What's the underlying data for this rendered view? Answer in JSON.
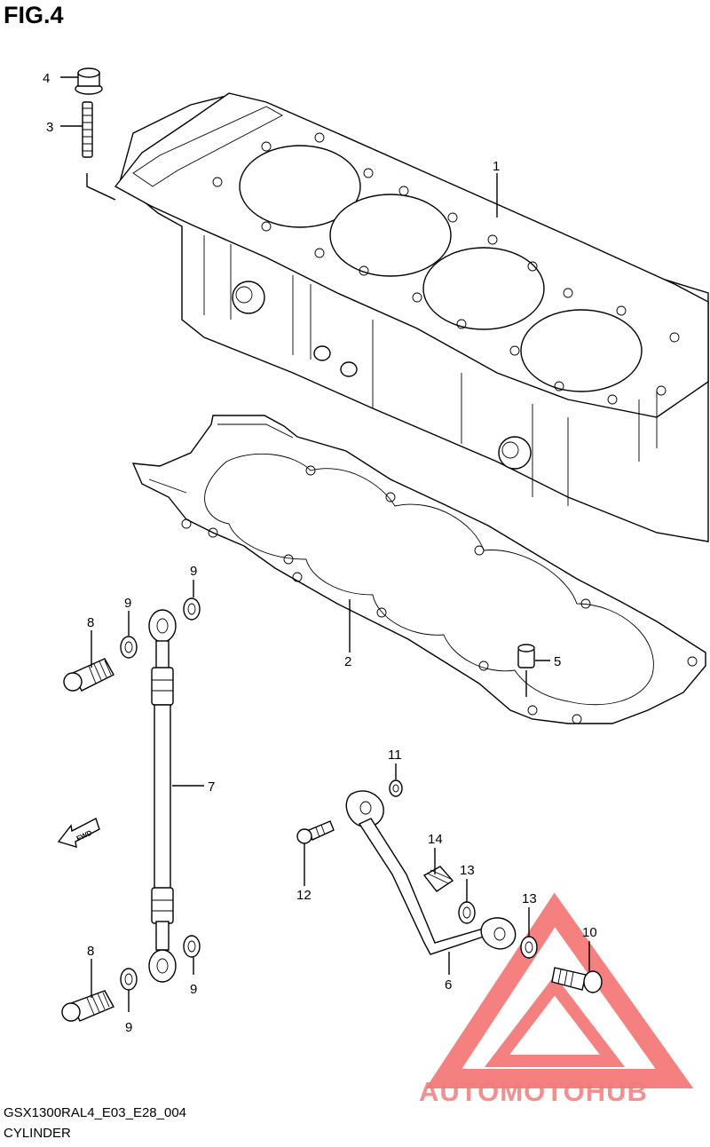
{
  "figure": {
    "title": "FIG.4"
  },
  "callouts": [
    {
      "label": "1"
    },
    {
      "label": "2"
    },
    {
      "label": "3"
    },
    {
      "label": "4"
    },
    {
      "label": "5"
    },
    {
      "label": "6"
    },
    {
      "label": "7"
    },
    {
      "label": "8"
    },
    {
      "label": "8"
    },
    {
      "label": "9"
    },
    {
      "label": "9"
    },
    {
      "label": "9"
    },
    {
      "label": "9"
    },
    {
      "label": "10"
    },
    {
      "label": "11"
    },
    {
      "label": "12"
    },
    {
      "label": "13"
    },
    {
      "label": "13"
    },
    {
      "label": "14"
    }
  ],
  "arrow": {
    "label": "FWD"
  },
  "footer": {
    "model_code": "GSX1300RAL4_E03_E28_004",
    "section_name": "CYLINDER"
  },
  "watermark": {
    "text": "AUTOMOTOHUB",
    "colors": {
      "auto": "#f6b65a",
      "moto": "#f07c7c",
      "hub": "#8a8a8a",
      "triangle": "#f36a6a"
    },
    "icon": "triangle-logo-icon"
  }
}
